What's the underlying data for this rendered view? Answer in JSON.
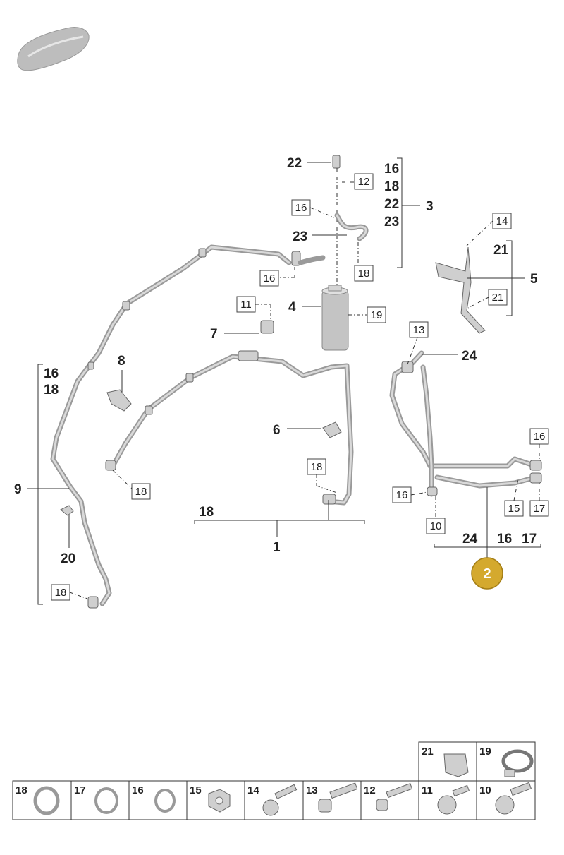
{
  "callouts": {
    "c1": "1",
    "c2": "2",
    "c3": "3",
    "c4": "4",
    "c5": "5",
    "c6": "6",
    "c7": "7",
    "c8": "8",
    "c9": "9",
    "c20": "20",
    "c22": "22",
    "c23": "23",
    "c24": "24",
    "g3_16": "16",
    "g3_18": "18",
    "g3_22": "22",
    "g3_23": "23",
    "g5_21": "21",
    "g9_16": "16",
    "g9_18": "18",
    "g1_18": "18",
    "g2_24": "24",
    "g2_16": "16",
    "g2_17": "17"
  },
  "boxed": {
    "b12": "12",
    "b16a": "16",
    "b18a": "18",
    "b16b": "16",
    "b11": "11",
    "b19": "19",
    "b14": "14",
    "b21": "21",
    "b13": "13",
    "b18b": "18",
    "b18c": "18",
    "b18d": "18",
    "b16c": "16",
    "b16d": "16",
    "b15": "15",
    "b17": "17",
    "b10": "10"
  },
  "highlight": {
    "label": "2",
    "color": "#d4a92e"
  },
  "parts_table": {
    "top_row": [
      "21",
      "19"
    ],
    "bottom_row": [
      "18",
      "17",
      "16",
      "15",
      "14",
      "13",
      "12",
      "11",
      "10"
    ]
  },
  "icons": [
    "car-silhouette-icon",
    "o-ring-icon",
    "nut-icon",
    "bolt-icon",
    "clip-icon",
    "hose-clamp-icon"
  ]
}
